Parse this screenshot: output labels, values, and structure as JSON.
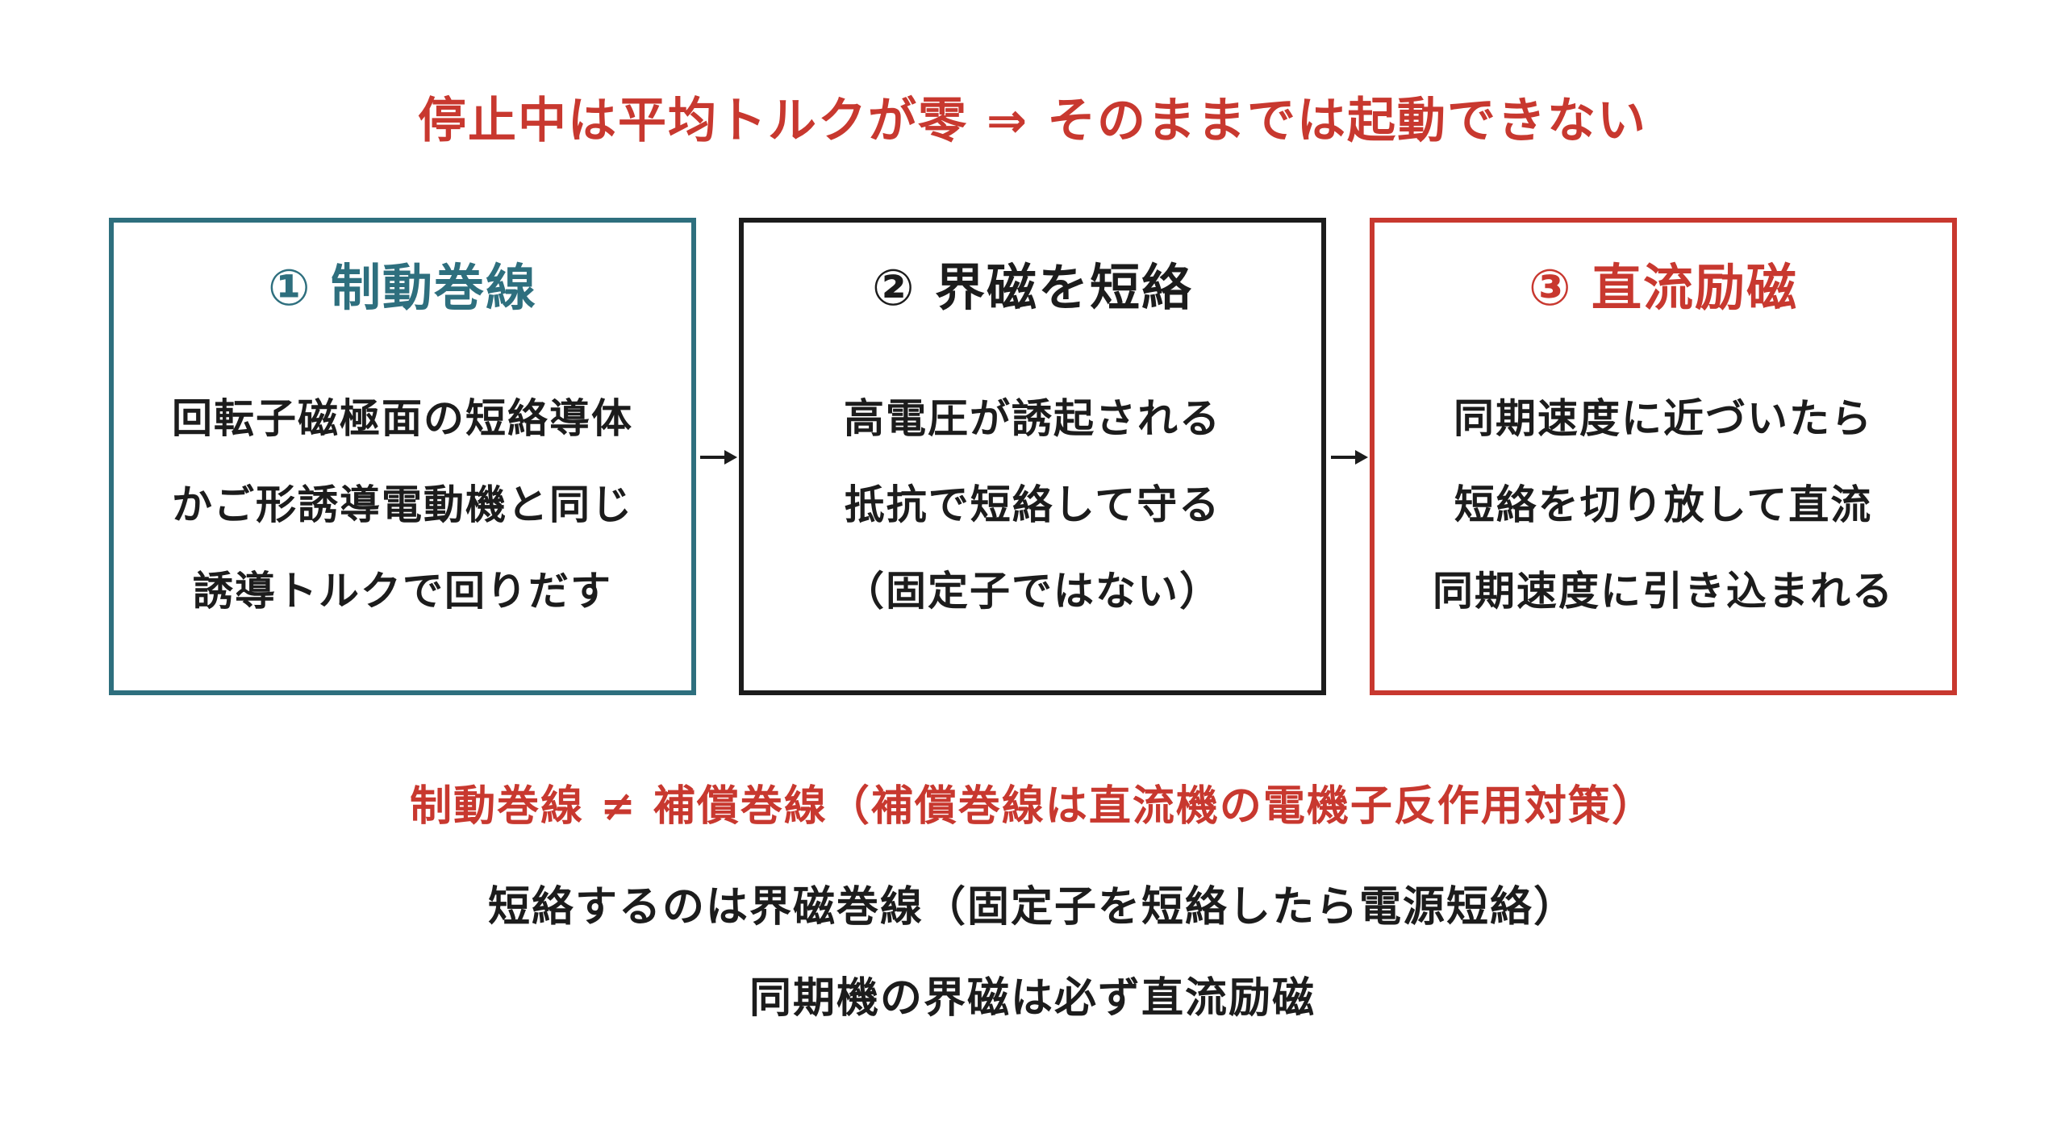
{
  "headline": "停止中は平均トルクが零 ⇒ そのままでは起動できない",
  "boxes": [
    {
      "title": "① 制動巻線",
      "lines": [
        "回転子磁極面の短絡導体",
        "かご形誘導電動機と同じ",
        "誘導トルクで回りだす"
      ]
    },
    {
      "title": "② 界磁を短絡",
      "lines": [
        "高電圧が誘起される",
        "抵抗で短絡して守る",
        "（固定子ではない）"
      ]
    },
    {
      "title": "③ 直流励磁",
      "lines": [
        "同期速度に近づいたら",
        "短絡を切り放して直流",
        "同期速度に引き込まれる"
      ]
    }
  ],
  "footer": {
    "line1": "制動巻線 ≠ 補償巻線（補償巻線は直流機の電機子反作用対策）",
    "line2": "短絡するのは界磁巻線（固定子を短絡したら電源短絡）",
    "line3": "同期機の界磁は必ず直流励磁"
  },
  "colors": {
    "accent_red": "#c8382f",
    "teal": "#2e6f7e",
    "dark": "#1c1c1c"
  }
}
